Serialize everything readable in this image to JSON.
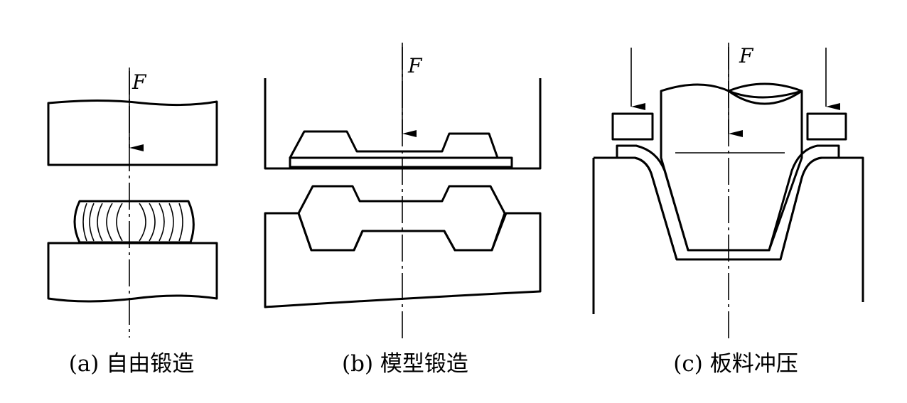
{
  "figures": [
    {
      "id": "a",
      "force_label": "F",
      "caption": "(a) 自由锻造"
    },
    {
      "id": "b",
      "force_label": "F",
      "caption": "(b) 模型锻造"
    },
    {
      "id": "c",
      "force_label": "F",
      "caption": "(c) 板料冲压"
    }
  ]
}
